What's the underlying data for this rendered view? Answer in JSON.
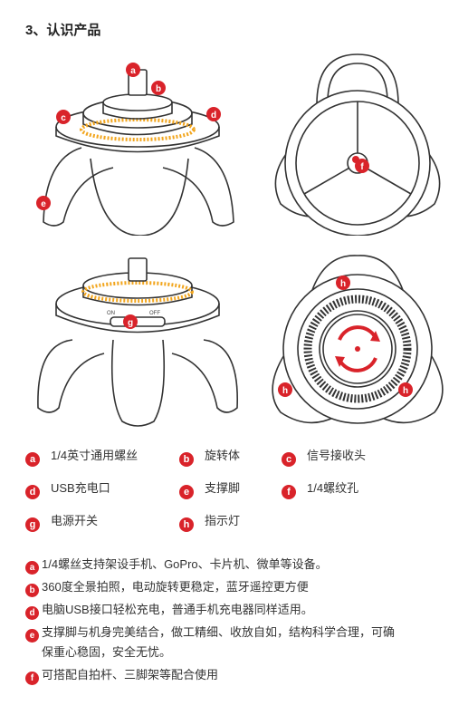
{
  "section_title": "3、认识产品",
  "colors": {
    "accent": "#d9232a",
    "line": "#333333",
    "dial": "#f2a51c"
  },
  "figure_labels": {
    "fig1": [
      "a",
      "b",
      "c",
      "d",
      "e"
    ],
    "fig2": [
      "f"
    ],
    "fig3": [
      "g"
    ],
    "fig3_switch": {
      "on": "ON",
      "off": "OFF"
    },
    "fig4": [
      "h",
      "h",
      "h"
    ]
  },
  "legend": [
    {
      "key": "a",
      "label": "1/4英寸通用螺丝"
    },
    {
      "key": "b",
      "label": "旋转体"
    },
    {
      "key": "c",
      "label": "信号接收头"
    },
    {
      "key": "d",
      "label": "USB充电口"
    },
    {
      "key": "e",
      "label": "支撑脚"
    },
    {
      "key": "f",
      "label": "1/4螺纹孔"
    },
    {
      "key": "g",
      "label": "电源开关"
    },
    {
      "key": "h",
      "label": "指示灯"
    }
  ],
  "notes": [
    {
      "key": "a",
      "text": "1/4螺丝支持架设手机、GoPro、卡片机、微单等设备。"
    },
    {
      "key": "b",
      "text": "360度全景拍照，电动旋转更稳定，蓝牙遥控更方便"
    },
    {
      "key": "d",
      "text": "电脑USB接口轻松充电，普通手机充电器同样适用。"
    },
    {
      "key": "e",
      "text": "支撑脚与机身完美结合，做工精细、收放自如，结构科学合理，可确",
      "cont": "保重心稳固，安全无忧。"
    },
    {
      "key": "f",
      "text": "可搭配自拍杆、三脚架等配合使用"
    }
  ]
}
